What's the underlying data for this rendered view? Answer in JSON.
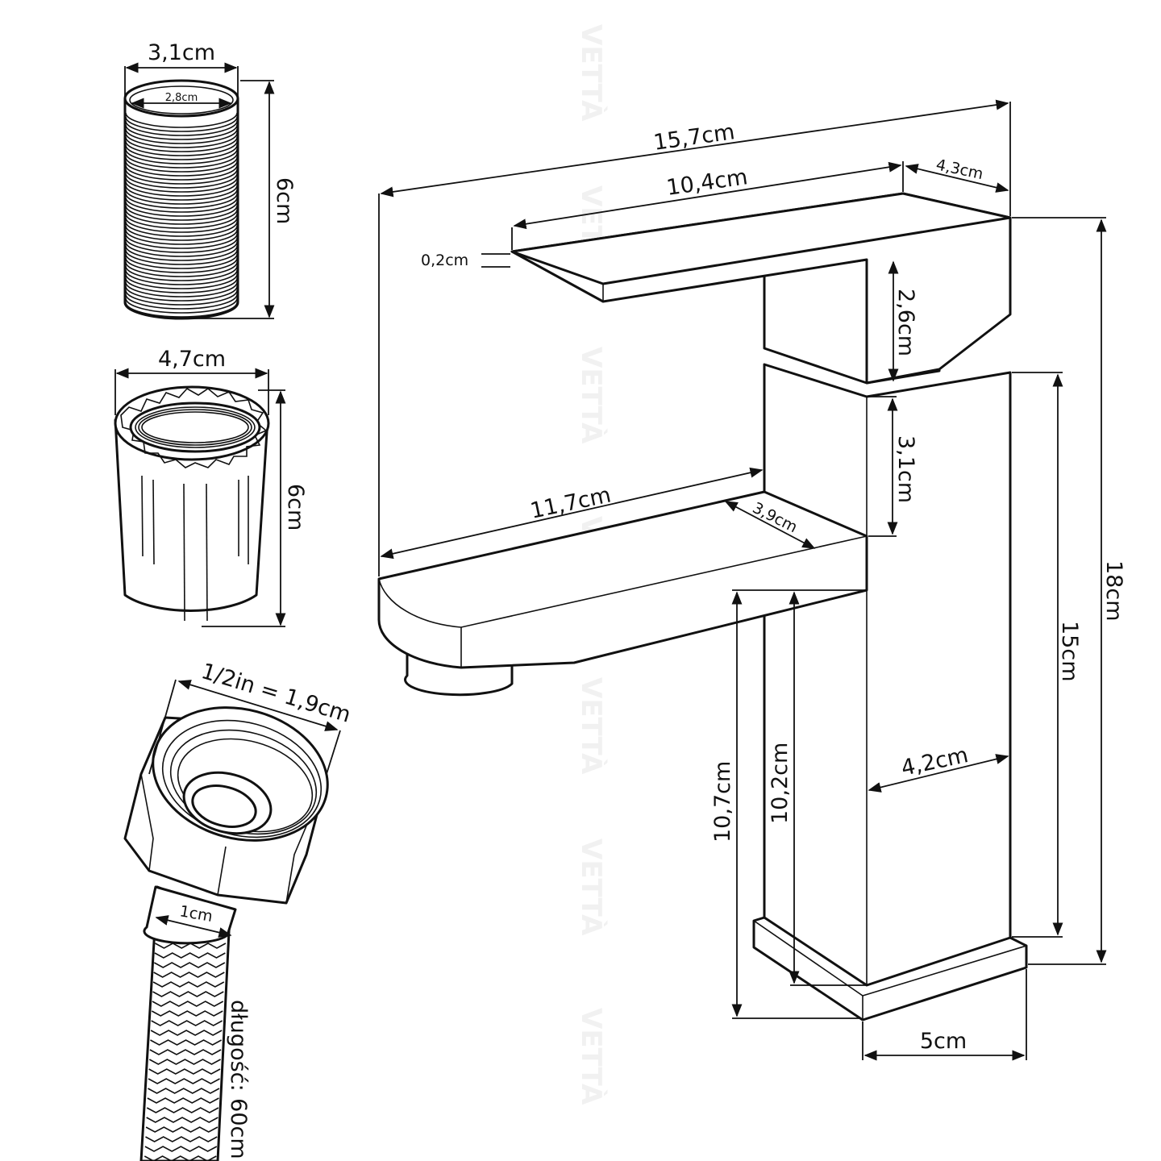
{
  "watermark": "VETTÀ",
  "hose_insert": {
    "outer_diameter": "3,1cm",
    "inner_diameter": "2,8cm",
    "height": "6cm"
  },
  "nut": {
    "width": "4,7cm",
    "height": "6cm"
  },
  "hose": {
    "thread": "1/2in = 1,9cm",
    "neck": "1cm",
    "length": "długość: 60cm"
  },
  "faucet": {
    "total_length": "15,7cm",
    "lever_length": "10,4cm",
    "lever_depth": "4,3cm",
    "lever_thickness": "0,2cm",
    "lever_base_height": "2,6cm",
    "total_height": "18cm",
    "body_height": "15cm",
    "collar_height": "3,1cm",
    "spout_length": "11,7cm",
    "spout_depth": "3,9cm",
    "body_depth": "4,2cm",
    "spout_clearance": "10,7cm",
    "inner_clearance": "10,2cm",
    "base_width": "5cm"
  }
}
